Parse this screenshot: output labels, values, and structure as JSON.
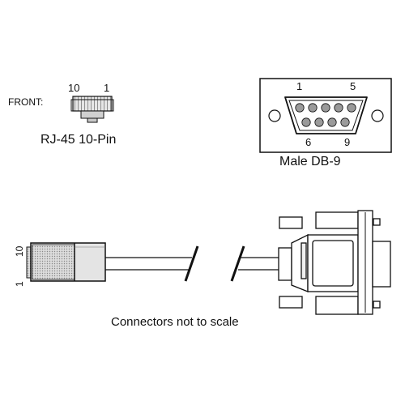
{
  "rj45": {
    "front_label": "FRONT:",
    "pin_left": "10",
    "pin_right": "1",
    "name": "RJ-45 10-Pin",
    "side_pin_top": "10",
    "side_pin_bottom": "1"
  },
  "db9": {
    "pin_1": "1",
    "pin_5": "5",
    "pin_6": "6",
    "pin_9": "9",
    "name": "Male DB-9"
  },
  "note": "Connectors not to scale",
  "colors": {
    "stroke": "#111111",
    "plug_fill": "#d8d8d8",
    "hatch": "#333333",
    "background": "#ffffff"
  }
}
